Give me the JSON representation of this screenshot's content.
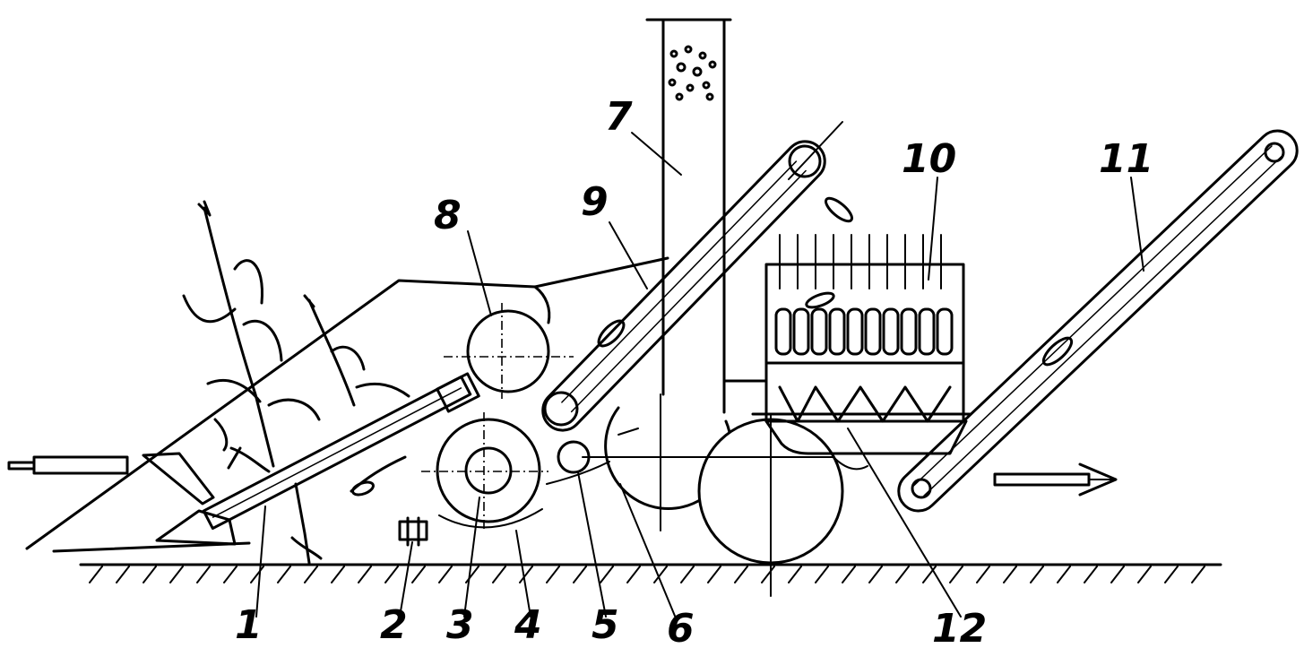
{
  "diagram": {
    "callouts": [
      {
        "label": "1"
      },
      {
        "label": "2"
      },
      {
        "label": "3"
      },
      {
        "label": "4"
      },
      {
        "label": "5"
      },
      {
        "label": "6"
      },
      {
        "label": "7"
      },
      {
        "label": "8"
      },
      {
        "label": "9"
      },
      {
        "label": "10"
      },
      {
        "label": "11"
      },
      {
        "label": "12"
      }
    ]
  },
  "colors": {
    "line": "#000000",
    "background": "#ffffff"
  }
}
